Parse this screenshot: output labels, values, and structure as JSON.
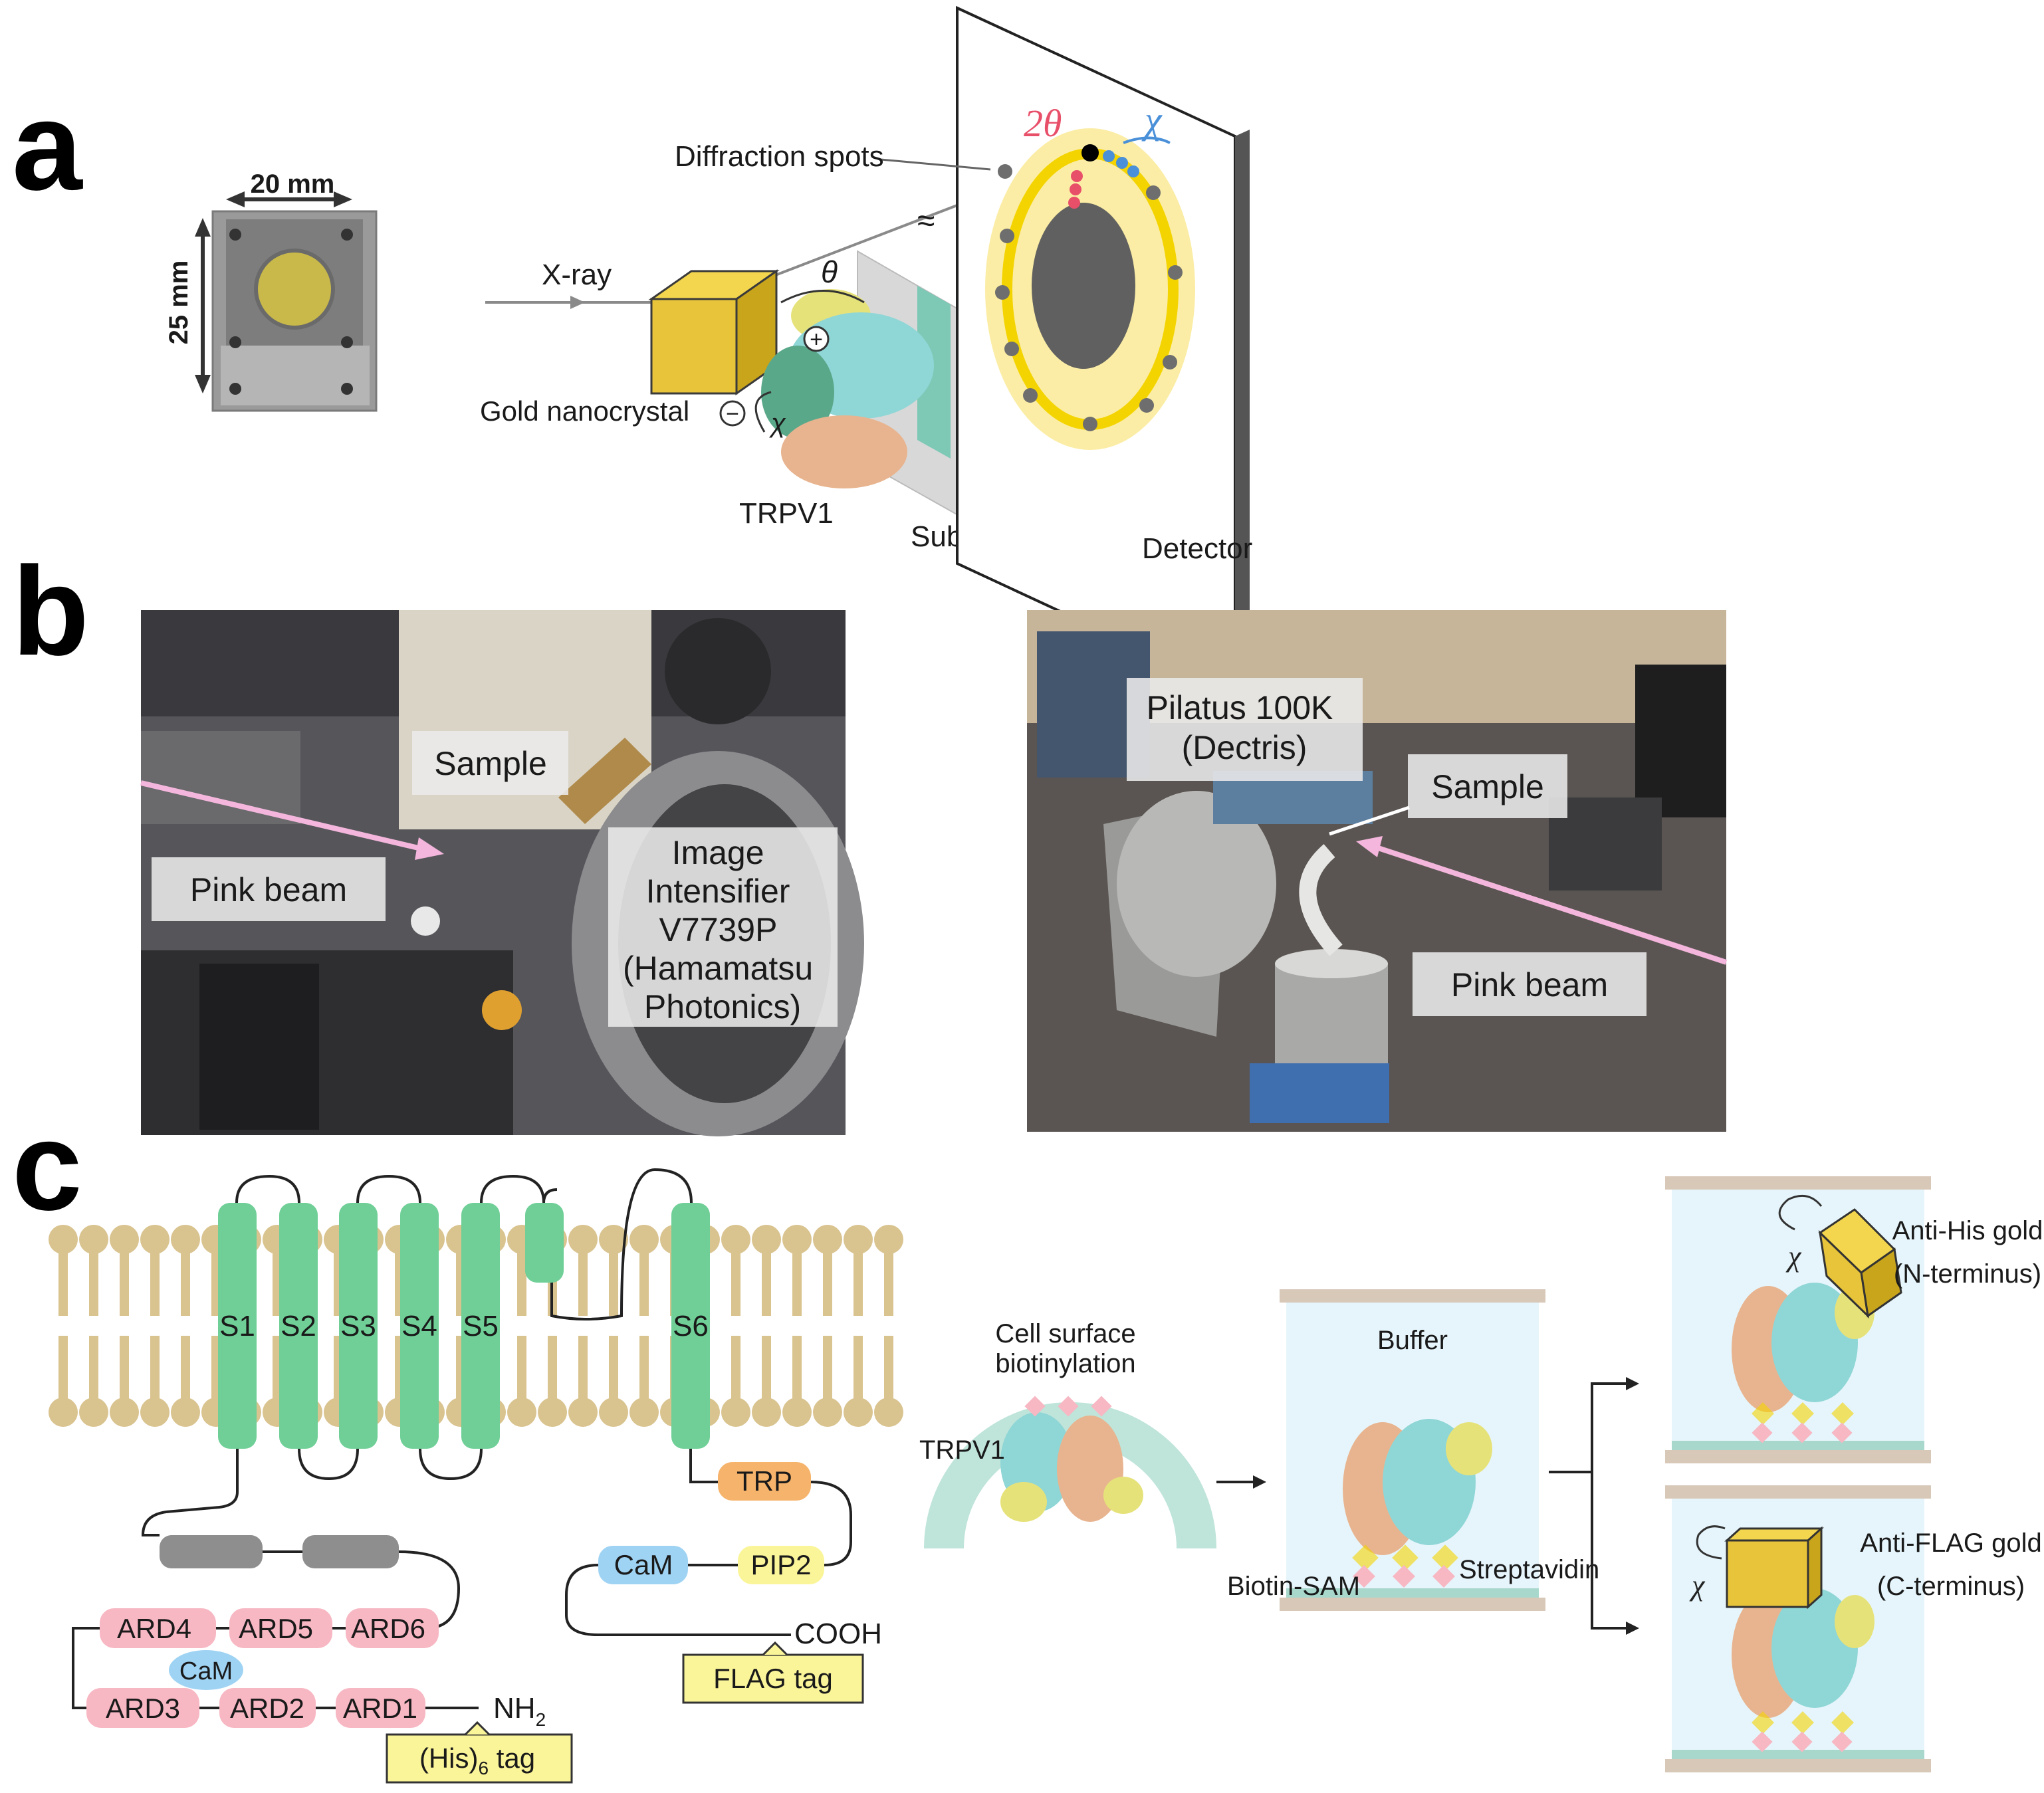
{
  "panels": {
    "a": "a",
    "b": "b",
    "c": "c"
  },
  "panel_a": {
    "sample_width": "20 mm",
    "sample_height": "25 mm",
    "xray": "X-ray",
    "diffraction_spots": "Diffraction spots",
    "gold_nanocrystal": "Gold nanocrystal",
    "trpv1": "TRPV1",
    "substrate": "Substrate",
    "detector": "Detector",
    "two_theta": "2θ",
    "chi": "χ",
    "theta": "θ",
    "plus": "+",
    "minus": "−"
  },
  "panel_b": {
    "left_photo": {
      "sample": "Sample",
      "pink_beam": "Pink beam",
      "intensifier_lines": [
        "Image",
        "Intensifier",
        "V7739P",
        "(Hamamatsu",
        "Photonics)"
      ]
    },
    "right_photo": {
      "detector_lines": [
        "Pilatus 100K",
        "(Dectris)"
      ],
      "sample": "Sample",
      "pink_beam": "Pink beam"
    }
  },
  "panel_c": {
    "helices": [
      "S1",
      "S2",
      "S3",
      "S4",
      "S5",
      "S6"
    ],
    "ard_top": [
      "ARD4",
      "ARD5",
      "ARD6"
    ],
    "ard_bottom": [
      "ARD3",
      "ARD2",
      "ARD1"
    ],
    "cam": "CaM",
    "nh2": "NH",
    "nh2_sub": "2",
    "his_tag": "(His)",
    "his_sub": "6",
    "his_tag_suffix": " tag",
    "trp": "TRP",
    "pip2": "PIP2",
    "cooh": "COOH",
    "flag_tag": "FLAG tag",
    "cell_surface_line1": "Cell surface",
    "cell_surface_line2": "biotinylation",
    "trpv1": "TRPV1",
    "buffer": "Buffer",
    "streptavidin": "Streptavidin",
    "biotin_sam": "Biotin-SAM",
    "anti_his_line1": "Anti-His gold",
    "anti_his_line2": "(N-terminus)",
    "anti_flag_line1": "Anti-FLAG gold",
    "anti_flag_line2": "(C-terminus)",
    "chi": "χ"
  },
  "colors": {
    "helix_green": "#6fcf97",
    "membrane_tan": "#d9c38f",
    "ard_pink": "#f7b7c3",
    "tag_yellow": "#fbf59a",
    "trp_orange": "#f6b36b",
    "cam_blue": "#9fd3f3",
    "gold": "#e8c43a",
    "protein_cyan": "#8fd6d6",
    "protein_peach": "#e8b48f",
    "protein_yellow": "#e6e27a",
    "detector_ring": "#f4d400",
    "two_theta_red": "#e8506a",
    "chi_blue": "#4a90d9"
  }
}
